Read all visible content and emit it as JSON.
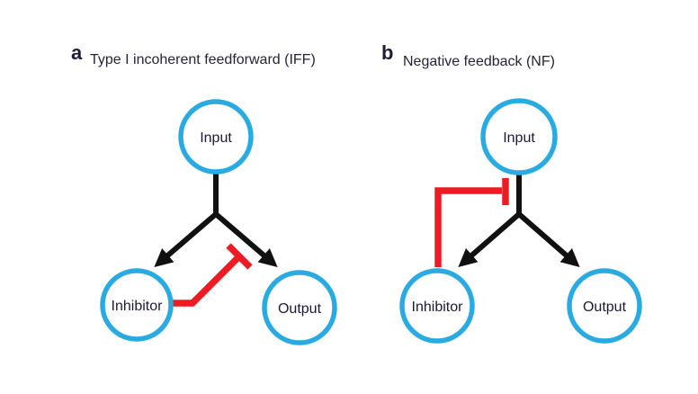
{
  "figure": {
    "background": "#ffffff"
  },
  "colors": {
    "node_fill": "#ffffff",
    "node_stroke": "#29abe2",
    "activation": "#111111",
    "inhibition": "#ed1c24",
    "node_text": "#1c1a36",
    "title_text": "#262438"
  },
  "panels": [
    {
      "label": "a",
      "title": "Type I incoherent feedforward (IFF)",
      "nodes": [
        {
          "id": "input",
          "label": "Input"
        },
        {
          "id": "inhibitor",
          "label": "Inhibitor"
        },
        {
          "id": "output",
          "label": "Output"
        }
      ],
      "edges": [
        {
          "from": "input",
          "to": "inhibitor",
          "type": "activation"
        },
        {
          "from": "input",
          "to": "output",
          "type": "activation"
        },
        {
          "from": "inhibitor",
          "to": "output",
          "type": "inhibition"
        }
      ]
    },
    {
      "label": "b",
      "title": "Negative feedback (NF)",
      "nodes": [
        {
          "id": "input",
          "label": "Input"
        },
        {
          "id": "inhibitor",
          "label": "Inhibitor"
        },
        {
          "id": "output",
          "label": "Output"
        }
      ],
      "edges": [
        {
          "from": "input",
          "to": "inhibitor",
          "type": "activation"
        },
        {
          "from": "input",
          "to": "output",
          "type": "activation"
        },
        {
          "from": "inhibitor",
          "to": "input",
          "type": "inhibition"
        }
      ]
    }
  ]
}
